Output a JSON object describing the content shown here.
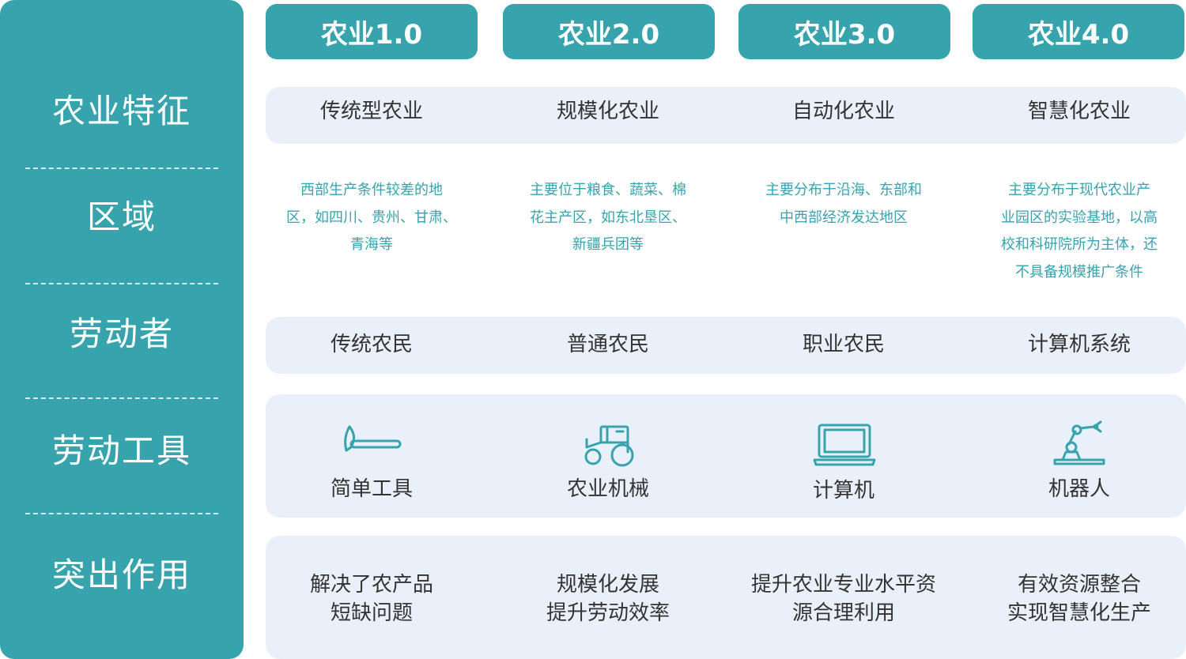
{
  "sidebar": {
    "rows": [
      {
        "label": "农业特征"
      },
      {
        "label": "区域"
      },
      {
        "label": "劳动者"
      },
      {
        "label": "劳动工具"
      },
      {
        "label": "突出作用"
      }
    ]
  },
  "columns": [
    {
      "header": "农业1.0",
      "feature": "传统型农业",
      "region_lines": [
        "西部生产条件较差的地",
        "区，如四川、贵州、甘肃、",
        "青海等"
      ],
      "worker": "传统农民",
      "tool": {
        "icon": "pickaxe-icon",
        "label": "简单工具"
      },
      "role_lines": [
        "解决了农产品",
        "短缺问题"
      ]
    },
    {
      "header": "农业2.0",
      "feature": "规模化农业",
      "region_lines": [
        "主要位于粮食、蔬菜、棉",
        "花主产区，如东北垦区、",
        "新疆兵团等"
      ],
      "worker": "普通农民",
      "tool": {
        "icon": "tractor-icon",
        "label": "农业机械"
      },
      "role_lines": [
        "规模化发展",
        "提升劳动效率"
      ]
    },
    {
      "header": "农业3.0",
      "feature": "自动化农业",
      "region_lines": [
        "主要分布于沿海、东部和",
        "中西部经济发达地区"
      ],
      "worker": "职业农民",
      "tool": {
        "icon": "laptop-icon",
        "label": "计算机"
      },
      "role_lines": [
        "提升农业专业水平资",
        "源合理利用"
      ]
    },
    {
      "header": "农业4.0",
      "feature": "智慧化农业",
      "region_lines": [
        "主要分布于现代农业产",
        "业园区的实验基地，以高",
        "校和科研院所为主体，还",
        "不具备规模推广条件"
      ],
      "worker": "计算机系统",
      "tool": {
        "icon": "robot-arm-icon",
        "label": "机器人"
      },
      "role_lines": [
        "有效资源整合",
        "实现智慧化生产"
      ]
    }
  ],
  "colors": {
    "accent": "#36a3ad",
    "band": "#eaf0f9",
    "text": "#333333"
  }
}
